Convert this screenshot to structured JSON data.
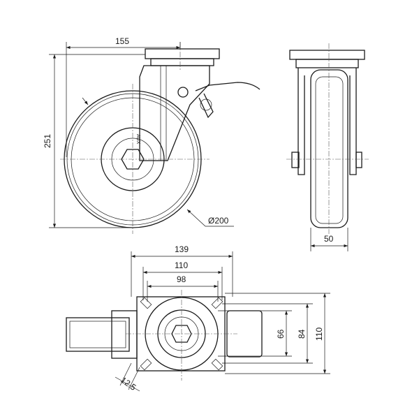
{
  "drawing": {
    "side_view": {
      "width_dim": "155",
      "height_dim": "251",
      "wheel_diameter": "Ø200",
      "logo_text": "AUX"
    },
    "front_view": {
      "wheel_width_dim": "50"
    },
    "bottom_view": {
      "plate_length_dim": "139",
      "bolt_outer_dim": "110",
      "bolt_inner_dim": "98",
      "bolt_inner_v_dim": "66",
      "bolt_outer_v_dim": "84",
      "plate_width_dim": "110",
      "slot_dim": "12.5"
    }
  }
}
